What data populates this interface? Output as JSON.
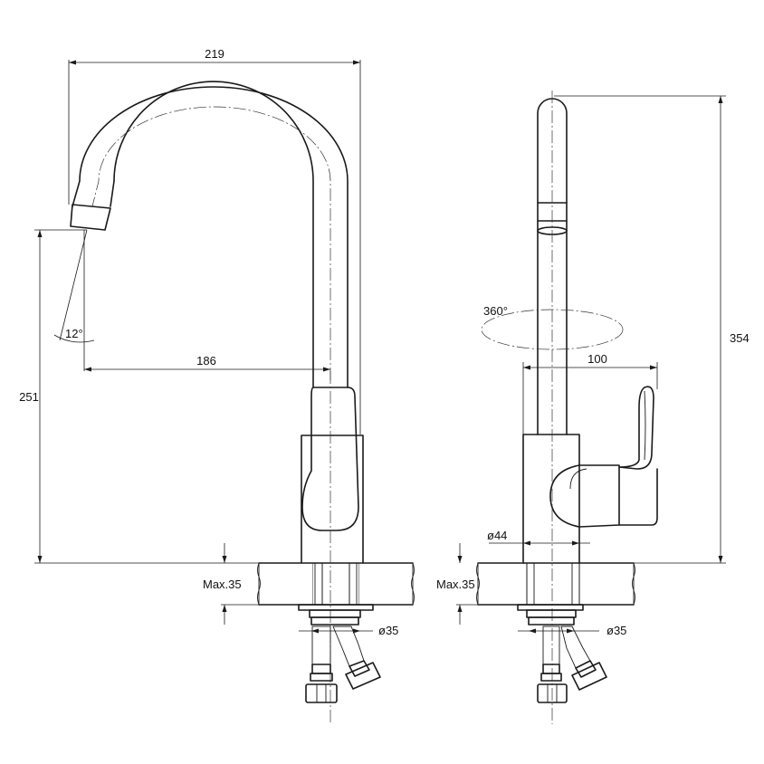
{
  "labels": {
    "width_219": "219",
    "spout_reach_186": "186",
    "height_251": "251",
    "angle_12": "12°",
    "max_35_front": "Max.35",
    "diameter_35_front": "ø35",
    "rotation_360": "360°",
    "handle_100": "100",
    "height_354": "354",
    "diameter_44": "ø44",
    "max_35_side": "Max.35",
    "diameter_35_side": "ø35"
  }
}
